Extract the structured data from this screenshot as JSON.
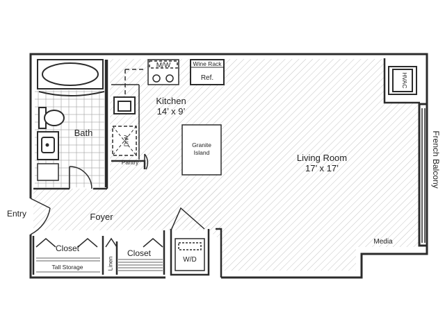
{
  "floor_plan": {
    "rooms": {
      "kitchen": {
        "name": "Kitchen",
        "dimensions": "14’ x 9’"
      },
      "living_room": {
        "name": "Living Room",
        "dimensions": "17’ x 17’"
      },
      "bath": "Bath",
      "foyer": "Foyer",
      "entry": "Entry",
      "closet_left": "Closet",
      "closet_right": "Closet",
      "pantry": "Pantry",
      "tall_storage": "Tall Storage",
      "linen": "Linen",
      "media": "Media",
      "french_balcony": "French Balcony"
    },
    "fixtures": {
      "microwave": "M/W",
      "wine_rack": "Wine Rack",
      "refrigerator": "Ref.",
      "dishwasher": "D/W",
      "island": [
        "Granite",
        "Island"
      ],
      "hvac": "HVAC",
      "washer_dryer": "W/D"
    },
    "colors": {
      "wall": "#2b2b2b",
      "floor_hatch": "#bdbdbd",
      "tile_grid": "#a8a8a8",
      "background": "#ffffff"
    }
  }
}
